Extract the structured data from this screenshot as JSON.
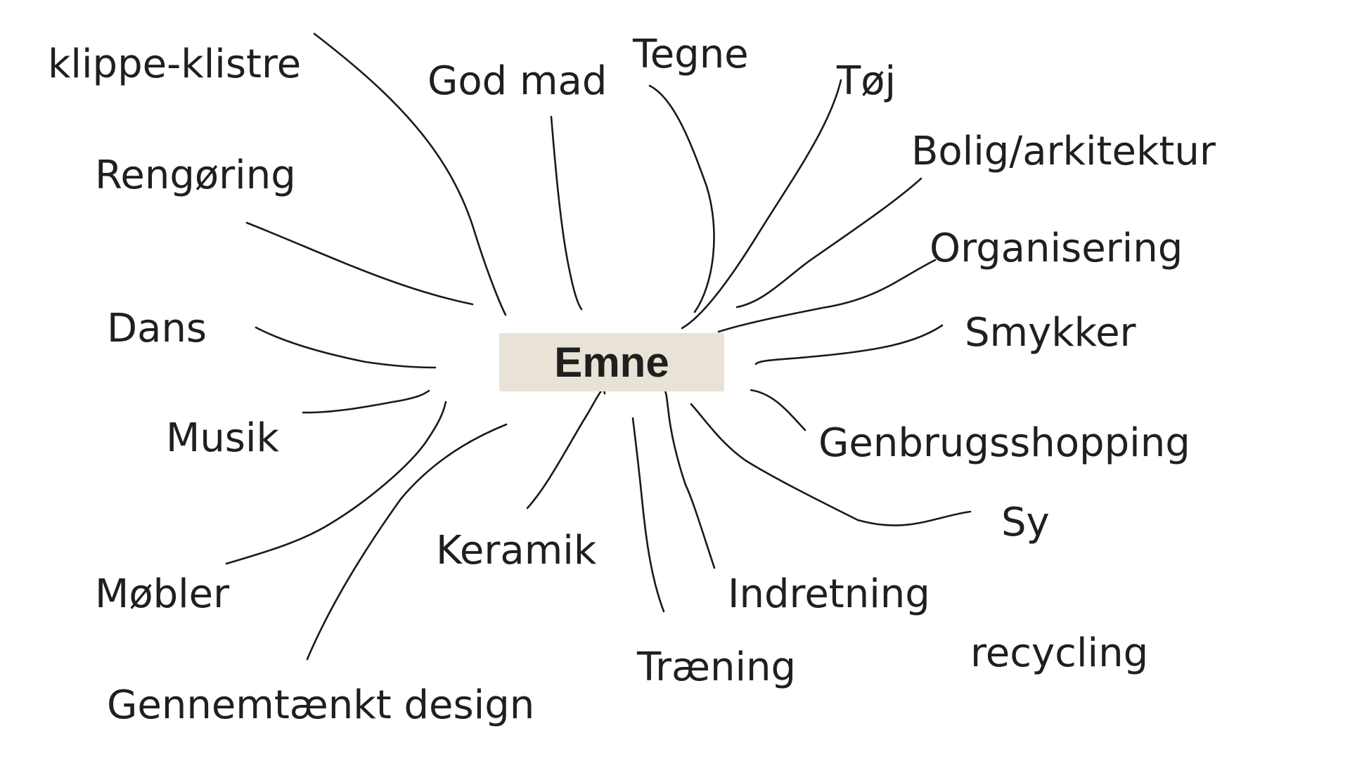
{
  "center": {
    "label": "Emne"
  },
  "topics": {
    "klippe": "klippe-klistre",
    "godmad": "God mad",
    "tegne": "Tegne",
    "toj": "Tøj",
    "bolig": "Bolig/arkitektur",
    "rengoring": "Rengøring",
    "organisering": "Organisering",
    "smykker": "Smykker",
    "dans": "Dans",
    "musik": "Musik",
    "genbrug": "Genbrugsshopping",
    "sy": "Sy",
    "keramik": "Keramik",
    "mobler": "Møbler",
    "indretning": "Indretning",
    "recycling": "recycling",
    "traening": "Træning",
    "gennemtaenkt": "Gennemtænkt design"
  }
}
